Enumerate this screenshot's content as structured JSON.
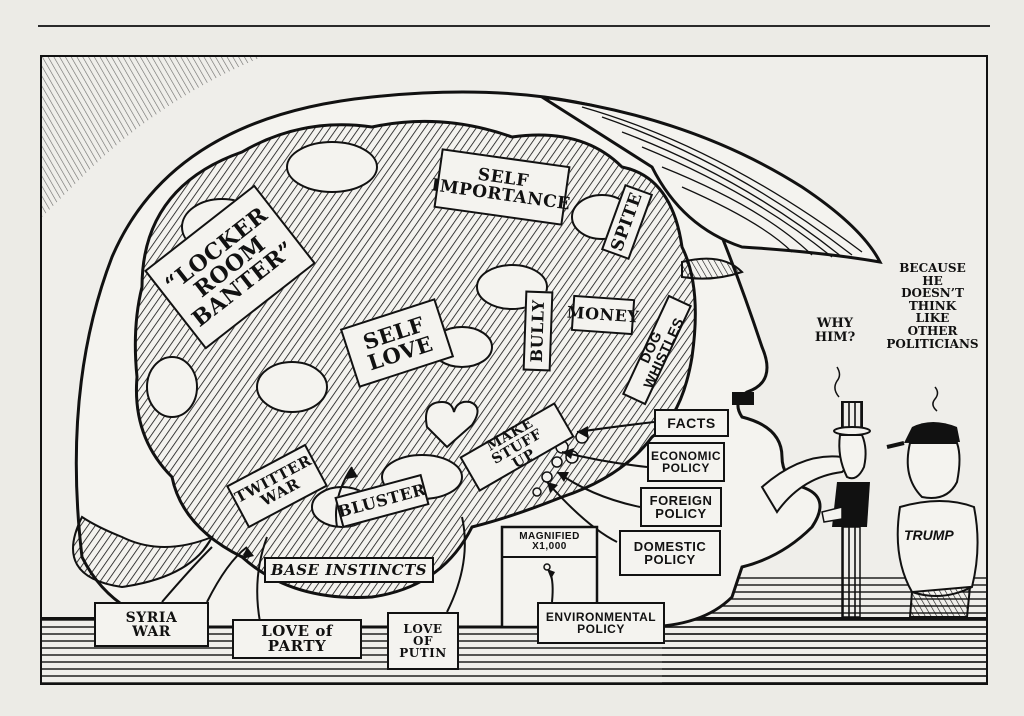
{
  "cartoon": {
    "brain_labels": {
      "locker_room": "“LOCKER\nROOM\nBANTER”",
      "self_importance": "SELF\nIMPORTANCE",
      "spite": "SPITE",
      "self_love": "SELF\nLOVE",
      "bully": "BULLY",
      "money": "MONEY",
      "dog_whistles": "DOG WHISTLES",
      "twitter_war": "TWITTER\nWAR",
      "bluster": "BLUSTER",
      "make_stuff_up": "MAKE STUFF\nUP",
      "base_instincts": "BASE INSTINCTS"
    },
    "pointer_labels": {
      "facts": "FACTS",
      "economic_policy": "ECONOMIC\nPOLICY",
      "foreign_policy": "FOREIGN\nPOLICY",
      "domestic_policy": "DOMESTIC\nPOLICY",
      "magnified": "MAGNIFIED\nX1,000",
      "environmental_policy": "ENVIRONMENTAL\nPOLICY",
      "syria_war": "SYRIA\nWAR",
      "love_of_party": "LOVE of PARTY",
      "love_of_putin": "LOVE\nOF\nPUTIN"
    },
    "speech": {
      "uncle_sam": "WHY\nHIM?",
      "supporter": "BECAUSE\nHE\nDOESN’T\nTHINK\nLIKE\nOTHER\nPOLITICIANS"
    },
    "shirt_text": "TRUMP",
    "colors": {
      "ink": "#111111",
      "paper": "#efeeea",
      "label_bg": "#f4f3ef"
    }
  }
}
